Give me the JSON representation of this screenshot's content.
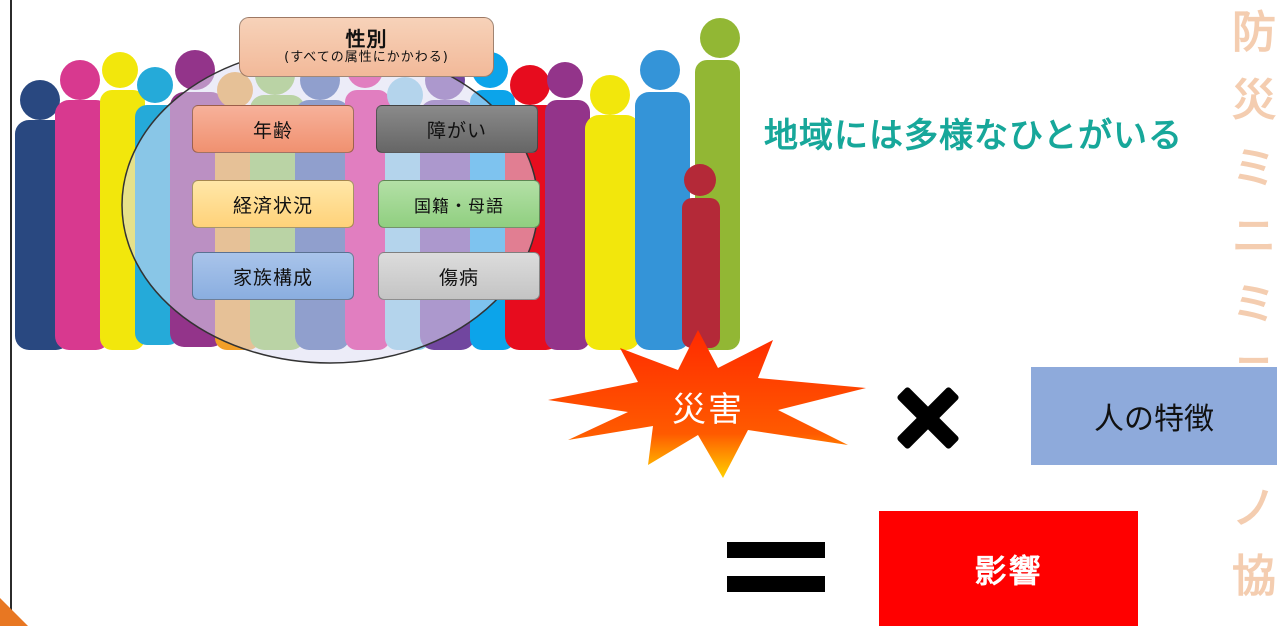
{
  "crowd": {
    "attributes": {
      "gender_main": "性別",
      "gender_sub": "(すべての属性にかかわる)",
      "age": "年齢",
      "disability": "障がい",
      "economy": "経済状況",
      "nationality": "国籍・母語",
      "family": "家族構成",
      "injury": "傷病"
    }
  },
  "headline": "地域には多様なひとがいる",
  "side_title_chars": [
    "防",
    "災",
    "ミ",
    "ニ",
    "ミ",
    "ニ",
    "ノ",
    "ノ",
    "協"
  ],
  "formula": {
    "disaster": "災害",
    "trait": "人の特徴",
    "impact": "影響"
  },
  "colors": {
    "headline": "#17a79a",
    "impact": "#ff0000",
    "trait": "#8eaadb"
  }
}
